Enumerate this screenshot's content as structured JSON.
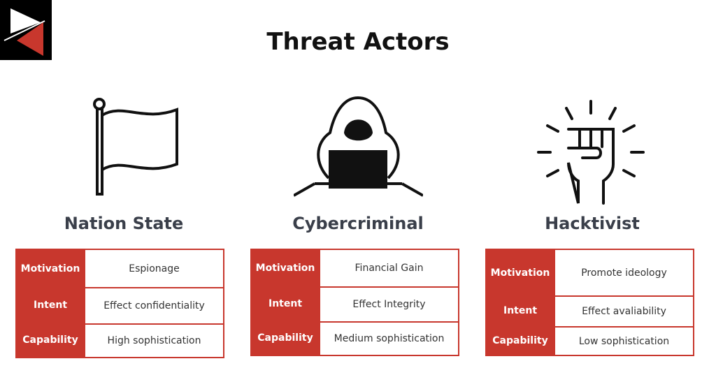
{
  "title": "Threat Actors",
  "accent": "#c8372d",
  "actors": [
    {
      "name": "Nation State",
      "icon": "flag-icon",
      "rows": [
        {
          "label": "Motivation",
          "value": "Espionage"
        },
        {
          "label": "Intent",
          "value": "Effect confidentiality"
        },
        {
          "label": "Capability",
          "value": "High sophistication"
        }
      ]
    },
    {
      "name": "Cybercriminal",
      "icon": "hooded-hacker-icon",
      "rows": [
        {
          "label": "Motivation",
          "value": "Financial Gain"
        },
        {
          "label": "Intent",
          "value": "Effect Integrity"
        },
        {
          "label": "Capability",
          "value": "Medium sophistication"
        }
      ]
    },
    {
      "name": "Hacktivist",
      "icon": "raised-fist-icon",
      "rows": [
        {
          "label": "Motivation",
          "value": "Promote ideology"
        },
        {
          "label": "Intent",
          "value": "Effect avaliability"
        },
        {
          "label": "Capability",
          "value": "Low sophistication"
        }
      ]
    }
  ]
}
